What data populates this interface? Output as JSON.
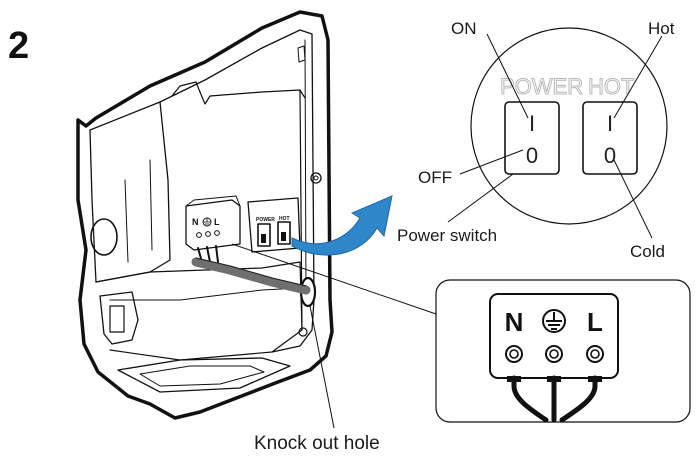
{
  "step_number": "2",
  "labels": {
    "on": "ON",
    "off": "OFF",
    "hot": "Hot",
    "cold": "Cold",
    "power_switch": "Power switch",
    "knock_out_hole": "Knock out hole"
  },
  "switch_panel": {
    "power_title": "POWER",
    "hot_title": "HOT",
    "power_on_mark": "I",
    "power_off_mark": "0",
    "hot_on_mark": "I",
    "hot_off_mark": "0"
  },
  "terminal_block": {
    "neutral": "N",
    "line": "L"
  },
  "unit_labels": {
    "terminal_n": "N",
    "terminal_l": "L",
    "power_small": "POWER",
    "hot_small": "HOT"
  },
  "colors": {
    "arrow": "#2f86c8",
    "outline": "#111111",
    "cable": "#6f6f6f"
  },
  "icons": [
    "ground-symbol-icon",
    "blue-curved-arrow-icon"
  ]
}
